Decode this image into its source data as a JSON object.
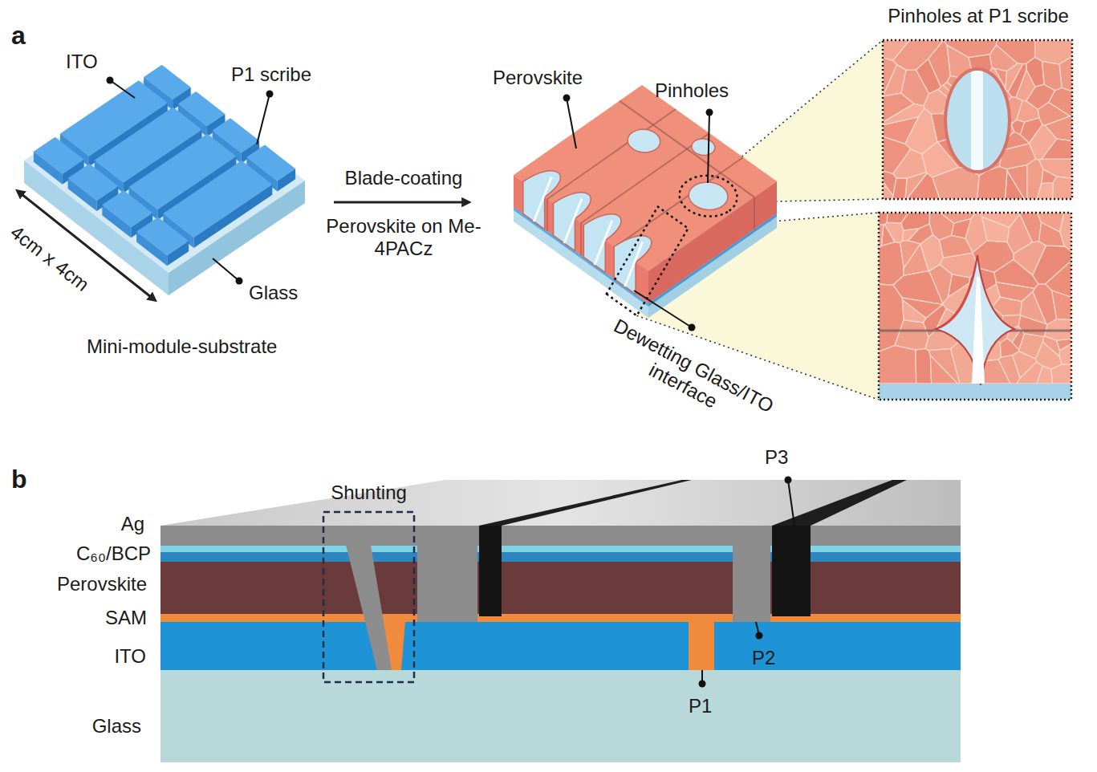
{
  "diagram": {
    "nodes": [
      {
        "text": [
          "Pinholes at P1 scribe"
        ]
      },
      {
        "text": [
          "Shunting"
        ]
      }
    ],
    "labels": [
      "a",
      "ITO",
      "P1 scribe",
      "4cm x 4cm",
      "Glass",
      "Mini-module-substrate",
      "Blade-coating",
      "Perovskite on Me-4PACz",
      "Perovskite",
      "Pinholes",
      "Dewetting Glass/ITO interface",
      "b",
      "Ag",
      "C₆₀/BCP",
      "Perovskite",
      "SAM",
      "ITO",
      "Glass",
      "P3",
      "P2",
      "P1"
    ]
  }
}
